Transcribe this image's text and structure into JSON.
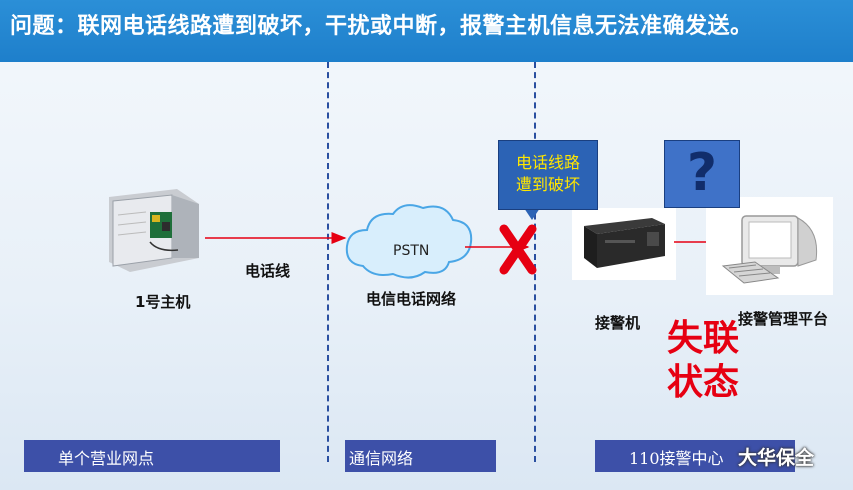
{
  "header": {
    "title": "问题：联网电话线路遭到破坏，干扰或中断，报警主机信息无法准确发送。"
  },
  "nodes": {
    "host_label": "1号主机",
    "phone_line_label": "电话线",
    "pstn_cloud_text": "PSTN",
    "telecom_network_label": "电信电话网络",
    "damage_callout_line1": "电话线路",
    "damage_callout_line2": "遭到破坏",
    "question_mark": "?",
    "receiver_label": "接警机",
    "platform_label": "接警管理平台",
    "lost_status_line1": "失联",
    "lost_status_line2": "状态"
  },
  "bottom_bars": {
    "site": "单个营业网点",
    "network": "通信网络",
    "center": "110接警中心"
  },
  "watermark": "大华保全",
  "colors": {
    "banner": "#1e7fcb",
    "bar": "#3d50a8",
    "arrow": "#e60012",
    "alert_text": "#e60012",
    "callout_text": "#ffe600"
  },
  "icons": [
    "alarm-host-box-icon",
    "cloud-icon",
    "broken-x-icon",
    "question-icon",
    "server-icon",
    "computer-icon",
    "wechat-icon"
  ]
}
